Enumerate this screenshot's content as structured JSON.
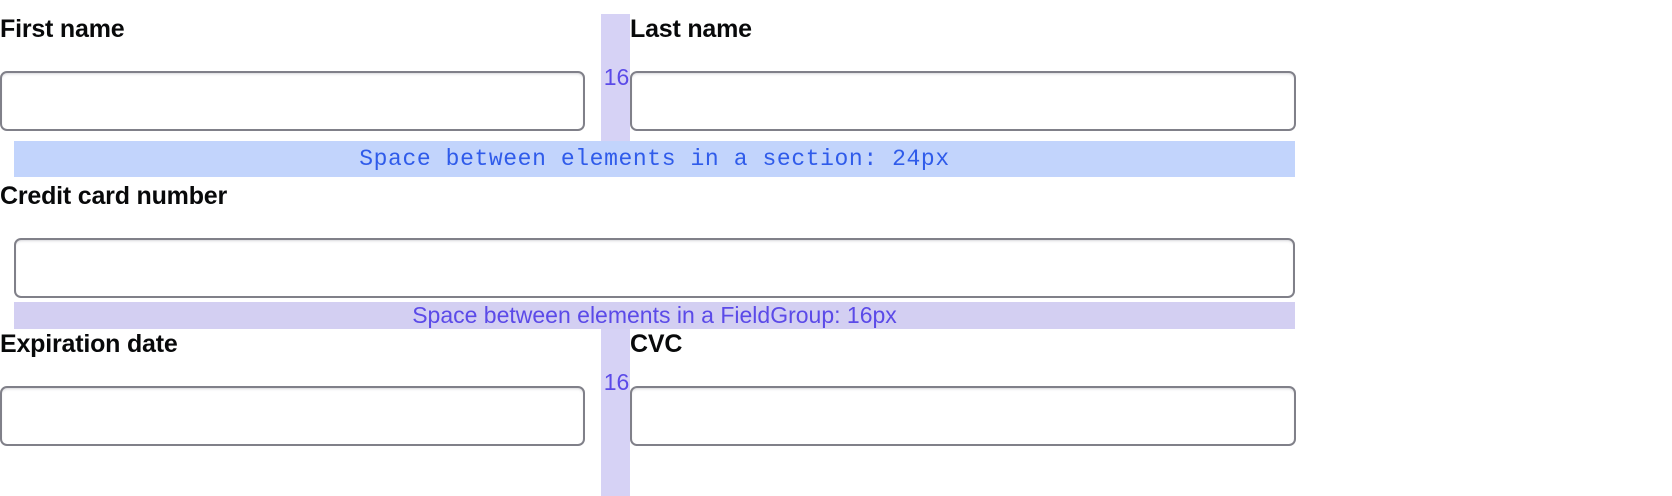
{
  "form": {
    "rows": [
      {
        "id": "name-row",
        "fields": [
          {
            "name": "first-name",
            "label": "First name",
            "value": "",
            "placeholder": ""
          },
          {
            "name": "last-name",
            "label": "Last name",
            "value": "",
            "placeholder": ""
          }
        ],
        "gap_marker": "16"
      },
      {
        "id": "card-row",
        "fields": [
          {
            "name": "credit-card-number",
            "label": "Credit card number",
            "value": "",
            "placeholder": ""
          }
        ],
        "gap_marker": ""
      },
      {
        "id": "expiry-row",
        "fields": [
          {
            "name": "expiration-date",
            "label": "Expiration date",
            "value": "",
            "placeholder": ""
          },
          {
            "name": "cvc",
            "label": "CVC",
            "value": "",
            "placeholder": ""
          }
        ],
        "gap_marker": "16"
      }
    ]
  },
  "annotations": {
    "section_spacing": {
      "text": "Space between elements in a section: 24px",
      "band_color": "#c2d4fc",
      "text_color": "#2f5bea"
    },
    "fieldgroup_spacing": {
      "text": "Space between elements in a FieldGroup: 16px",
      "band_color": "#d3cff2",
      "text_color": "#5b4ae8"
    },
    "column_gap": {
      "value": "16",
      "band_color": "#d6d2f5",
      "text_color": "#5b4ae8"
    }
  },
  "colors": {
    "input_border": "#808089",
    "label_text": "#08090a",
    "page_background": "#ffffff"
  }
}
